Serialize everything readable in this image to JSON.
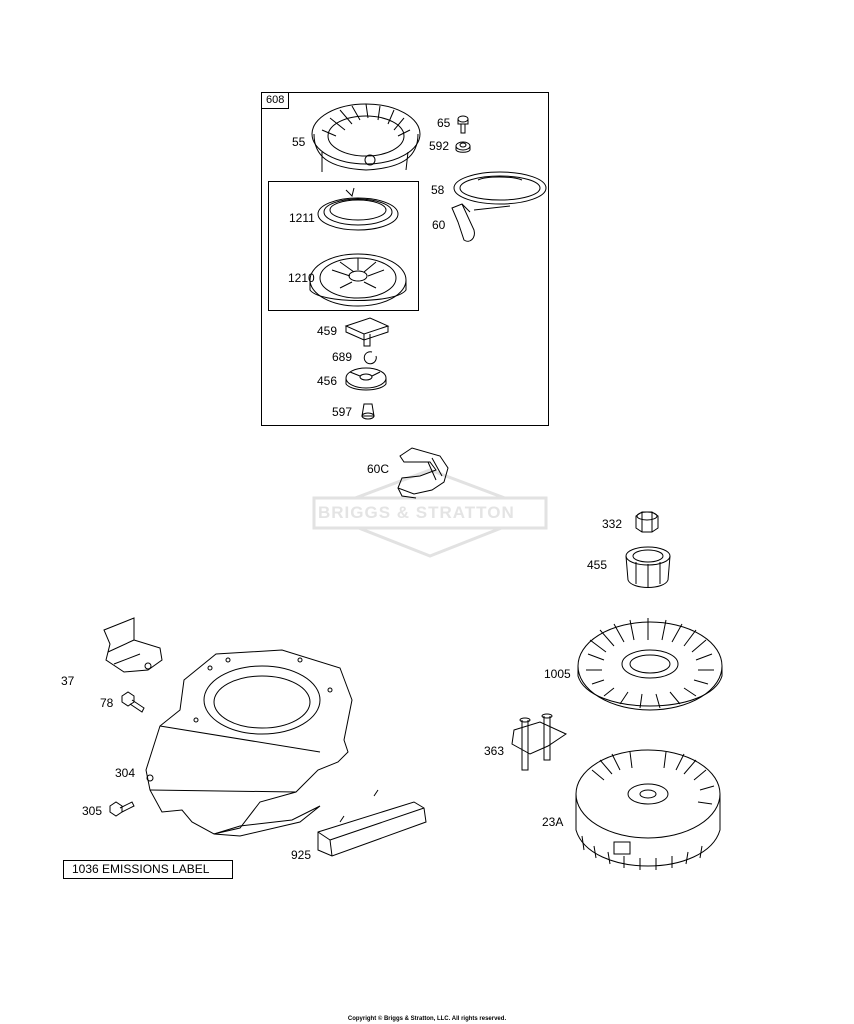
{
  "kit_608": {
    "number": "608"
  },
  "kit_inner": {},
  "parts": [
    {
      "id": "55",
      "name": "part-55-starter-housing"
    },
    {
      "id": "65",
      "name": "part-65-screw"
    },
    {
      "id": "592",
      "name": "part-592-nut"
    },
    {
      "id": "58",
      "name": "part-58-rope"
    },
    {
      "id": "60",
      "name": "part-60-handle"
    },
    {
      "id": "1211",
      "name": "part-1211-spring"
    },
    {
      "id": "1210",
      "name": "part-1210-pulley"
    },
    {
      "id": "459",
      "name": "part-459-dog"
    },
    {
      "id": "689",
      "name": "part-689-retainer"
    },
    {
      "id": "456",
      "name": "part-456-retainer-plate"
    },
    {
      "id": "597",
      "name": "part-597-screw"
    },
    {
      "id": "60C",
      "name": "part-60c-handle"
    },
    {
      "id": "332",
      "name": "part-332-nut"
    },
    {
      "id": "455",
      "name": "part-455-starter-cup"
    },
    {
      "id": "1005",
      "name": "part-1005-fan"
    },
    {
      "id": "37",
      "name": "part-37-guard"
    },
    {
      "id": "78",
      "name": "part-78-screw"
    },
    {
      "id": "304",
      "name": "part-304-blower-housing"
    },
    {
      "id": "305",
      "name": "part-305-screw"
    },
    {
      "id": "363",
      "name": "part-363-armature"
    },
    {
      "id": "23A",
      "name": "part-23a-flywheel"
    },
    {
      "id": "925",
      "name": "part-925-cover"
    }
  ],
  "emissions_label": "1036 EMISSIONS LABEL",
  "watermark": "BRIGGS & STRATTON",
  "copyright": "Copyright © Briggs & Stratton, LLC. All rights reserved.",
  "colors": {
    "line": "#000000",
    "watermark": "#e4e4e4",
    "background": "#ffffff"
  }
}
